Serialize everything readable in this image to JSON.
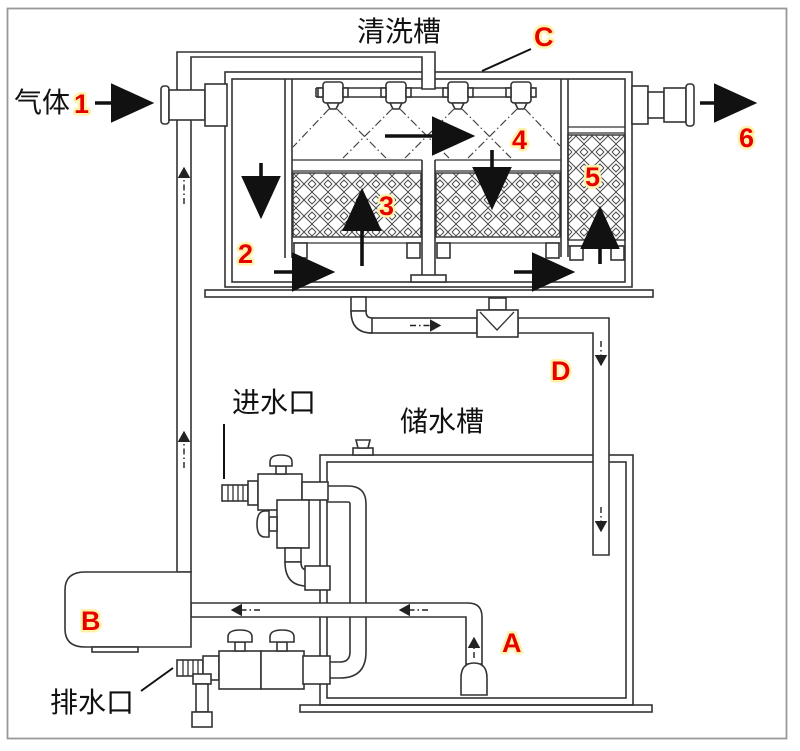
{
  "labels": {
    "gas": "气体",
    "cleaning_tank": "清洗槽",
    "storage_tank": "储水槽",
    "water_inlet": "进水口",
    "drain_outlet": "排水口"
  },
  "markers": {
    "n1": "1",
    "n2": "2",
    "n3": "3",
    "n4": "4",
    "n5": "5",
    "n6": "6",
    "a": "A",
    "b": "B",
    "c": "C",
    "d": "D"
  },
  "colors": {
    "line": "#333333",
    "arrow": "#111111",
    "marker_red": "#e60000",
    "marker_halo": "#fff2a8",
    "page_border": "#999999",
    "background": "#ffffff"
  }
}
